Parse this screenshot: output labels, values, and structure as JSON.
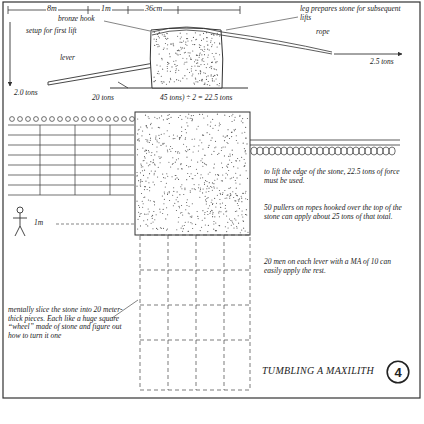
{
  "diagram": {
    "title": "TUMBLING A MAXILITH",
    "nodes": [
      {
        "text": [
          "4"
        ]
      }
    ],
    "labels": [
      "8m",
      "1m",
      "36cm",
      "bronze hook",
      "setup for first lift",
      "lever",
      "2.0 tons",
      "leg prepares stone for subsequent lifts",
      "rope",
      "2.5 tons",
      "20 tons",
      "45 tons) ÷ 2 = 22.5 tons",
      "to lift the edge of the stone, 22.5 tons of force must be used.",
      "50 pullers on ropes hooked over the top of the stone can apply about 25 tons of that total.",
      "1m",
      "20 men on each lever with a MA of 10 can easily apply the rest.",
      "mentally slice the stone into 20 meter-thick pieces. Each like a huge square “wheel” made of stone and figure out how to turn it one"
    ]
  }
}
